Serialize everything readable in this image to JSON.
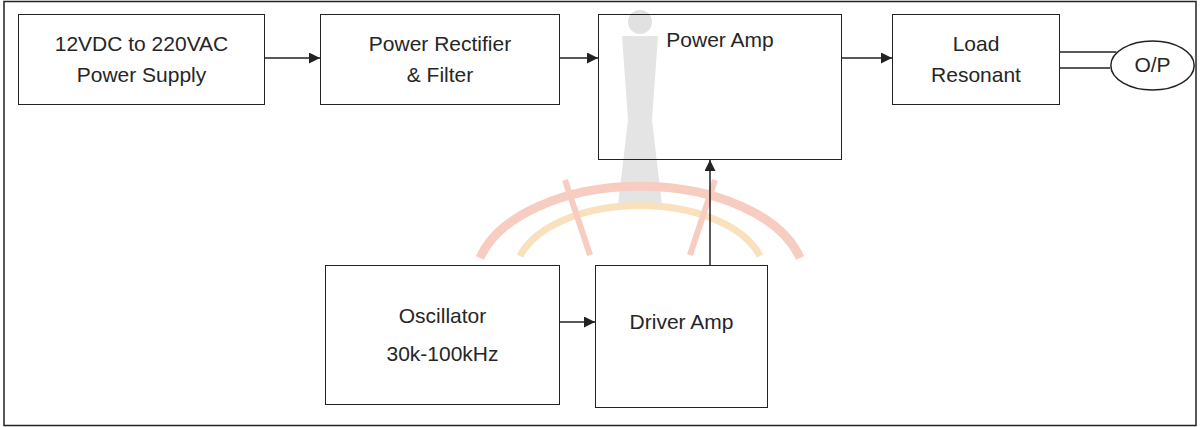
{
  "diagram": {
    "nodes": [
      {
        "text": [
          "12VDC to 220VAC Power Supply"
        ]
      },
      {
        "text": [
          "Power Rectifier & Filter"
        ]
      },
      {
        "text": [
          "Power Amp"
        ]
      },
      {
        "text": [
          "Load Resonant"
        ]
      },
      {
        "text": [
          "O/P"
        ]
      },
      {
        "text": [
          "Oscillator",
          "30k-100kHz"
        ]
      },
      {
        "text": [
          "Driver Amp"
        ]
      }
    ],
    "edges": [
      {
        "from": 0,
        "to": 1,
        "arrow": "to"
      },
      {
        "from": 1,
        "to": 2,
        "arrow": "to"
      },
      {
        "from": 2,
        "to": 3,
        "arrow": "to"
      },
      {
        "from": 3,
        "to": 4,
        "arrow": "none"
      },
      {
        "from": 3,
        "to": 4,
        "arrow": "none"
      },
      {
        "from": 5,
        "to": 6,
        "arrow": "to"
      },
      {
        "from": 6,
        "to": 2,
        "arrow": "to"
      }
    ]
  }
}
